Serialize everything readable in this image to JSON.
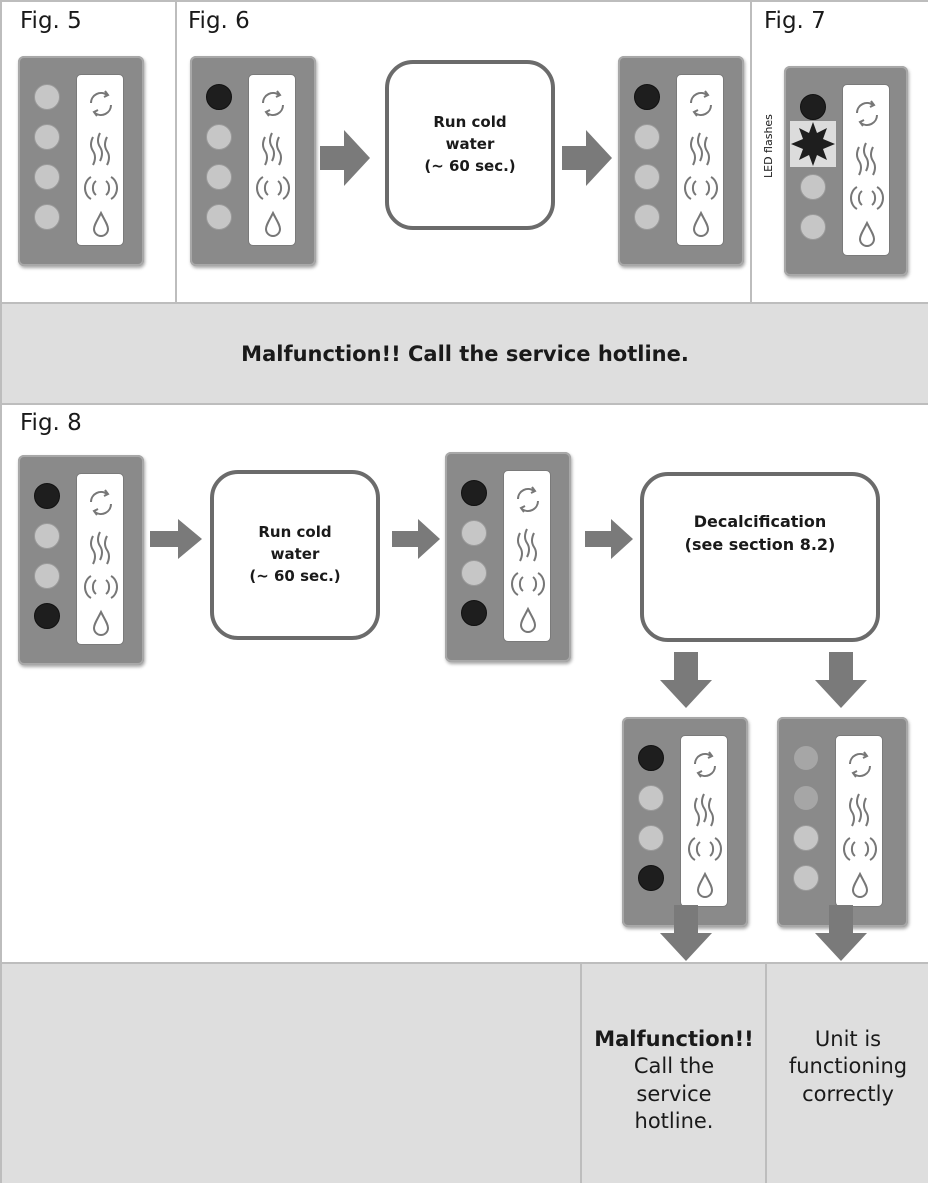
{
  "figures": {
    "fig5": "Fig. 5",
    "fig6": "Fig. 6",
    "fig7": "Fig. 7",
    "fig8": "Fig. 8"
  },
  "fig6_step": {
    "line1": "Run cold",
    "line2": "water",
    "line3": "(~ 60 sec.)"
  },
  "fig7_note": "LED flashes",
  "band1": "Malfunction!! Call the service hotline.",
  "fig8_step1": {
    "line1": "Run cold",
    "line2": "water",
    "line3": "(~ 60 sec.)"
  },
  "fig8_step2": {
    "line1": "Decalcification",
    "line2": "(see section 8.2)"
  },
  "result_fail": {
    "bold": "Malfunction!!",
    "line1": "Call the",
    "line2": "service",
    "line3": "hotline."
  },
  "result_ok": {
    "line1": "Unit is",
    "line2": "functioning",
    "line3": "correctly"
  },
  "panel_icons": [
    "cycle-icon",
    "heat-waves-icon",
    "sound-waves-icon",
    "water-drop-icon"
  ],
  "led_colors": {
    "off": "#c6c6c6",
    "on": "#1e1e1e",
    "panel": "#8a8a8a"
  }
}
